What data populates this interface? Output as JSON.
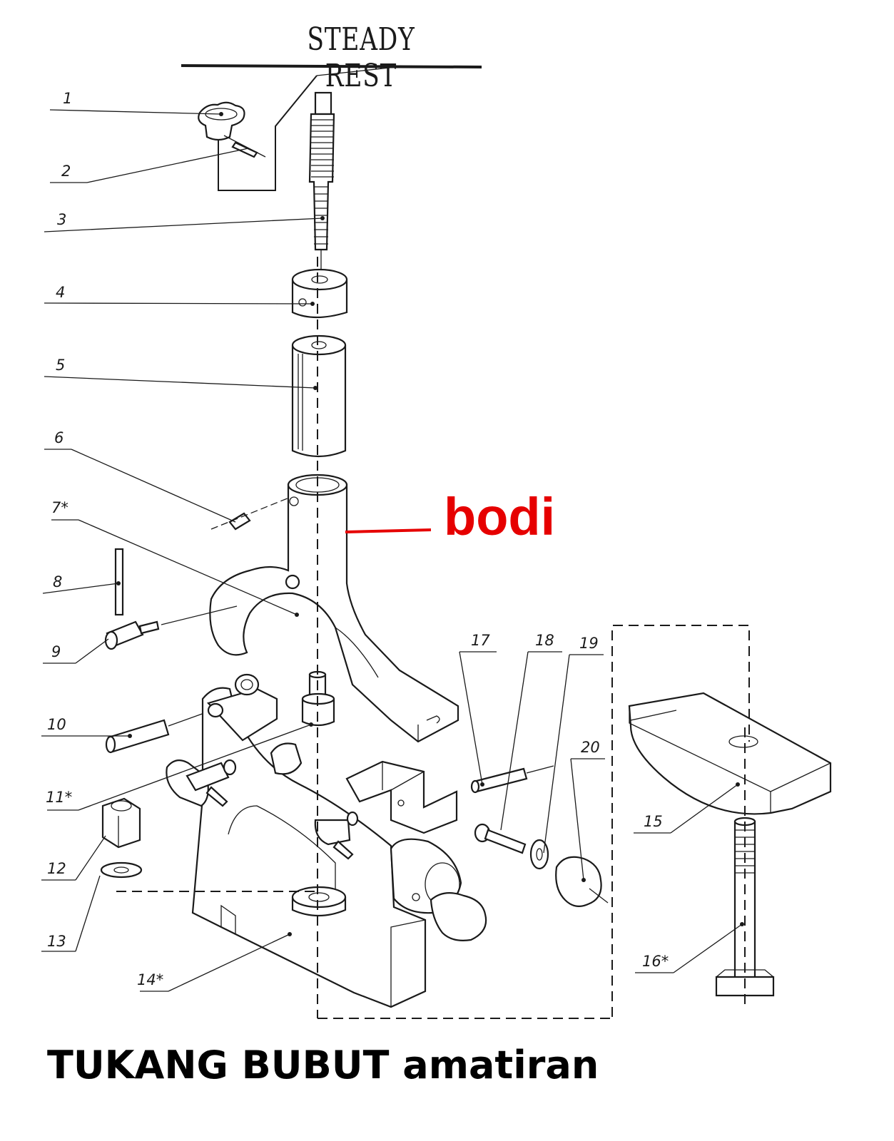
{
  "title": "STEADY REST",
  "callout": {
    "text": "bodi",
    "color": "#e60000"
  },
  "footer": "TUKANG BUBUT amatiran",
  "parts": {
    "p1": "1",
    "p2": "2",
    "p3": "3",
    "p4": "4",
    "p5": "5",
    "p6": "6",
    "p7": "7*",
    "p8": "8",
    "p9": "9",
    "p10": "10",
    "p11": "11*",
    "p12": "12",
    "p13": "13",
    "p14": "14*",
    "p15": "15",
    "p16": "16*",
    "p17": "17",
    "p18": "18",
    "p19": "19",
    "p20": "20"
  }
}
